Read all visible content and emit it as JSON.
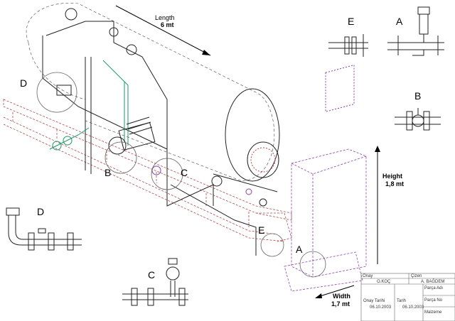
{
  "dimensions": {
    "length": {
      "label": "Length",
      "value": "6 mt"
    },
    "height": {
      "label": "Height",
      "value": "1,8 mt"
    },
    "width": {
      "label": "Width",
      "value": "1,7 mt"
    }
  },
  "callouts": {
    "main": [
      "D",
      "B",
      "C",
      "E",
      "A"
    ],
    "details": {
      "E": "E",
      "A": "A",
      "B": "B",
      "D": "D",
      "C": "C"
    }
  },
  "title_block": {
    "onay_label": "Onay",
    "onay_value": "O.KOÇ",
    "cizen_label": "Çizen",
    "cizen_value": "A. BAĞDEM",
    "onay_tarihi_label": "Onay Tarihi",
    "onay_tarihi_value": "06.10.2003",
    "tarih_label": "Tarih",
    "tarih_value": "06.10.2003",
    "parca_adi_label": "Parça Adı",
    "parca_no_label": "Parça No",
    "malzeme_label": "Malzeme"
  },
  "colors": {
    "line": "#222222",
    "frame_red": "#b04a4a",
    "frame_magenta": "#8a3fb0",
    "pipe_green": "#1a9a6a"
  }
}
